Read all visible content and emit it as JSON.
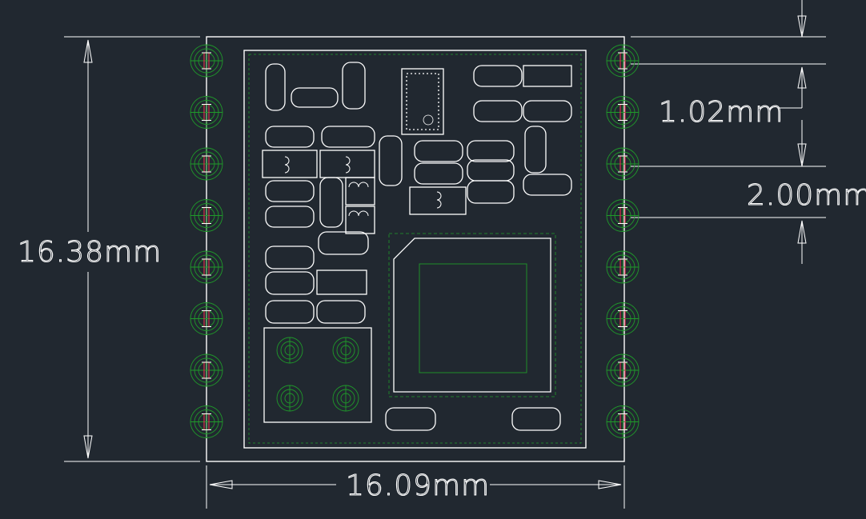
{
  "drawing": {
    "dimensions": {
      "height": "16.38mm",
      "width": "16.09mm",
      "pad_width": "1.02mm",
      "pad_pitch": "2.00mm"
    },
    "colors": {
      "background": "#212830",
      "outline": "#ffffff",
      "pad_ring": "#1f9a2a",
      "pad_center": "#d8304c"
    }
  }
}
